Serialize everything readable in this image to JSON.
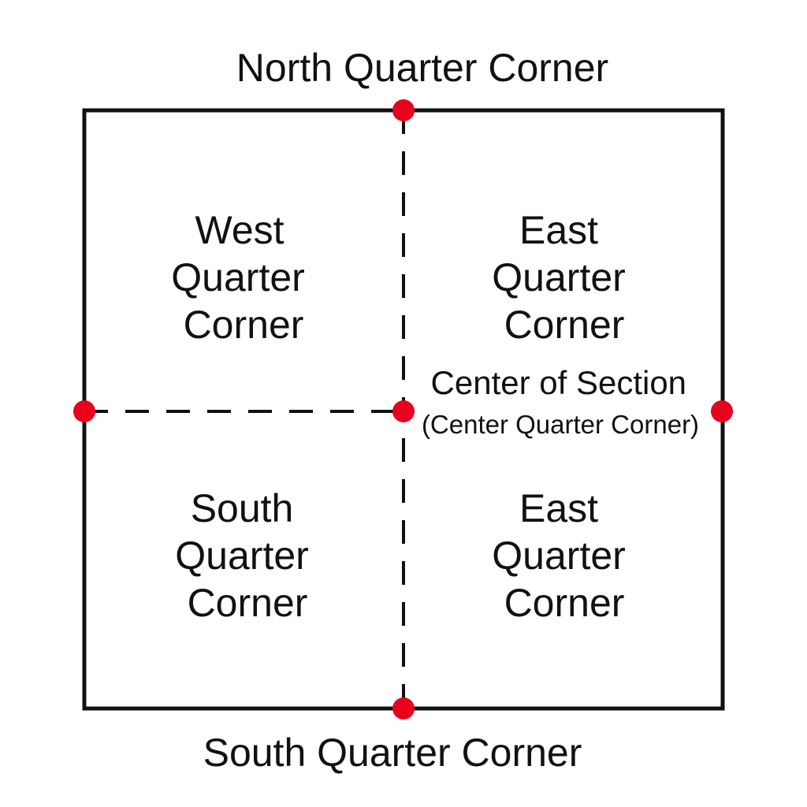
{
  "labels": {
    "north": "North Quarter Corner",
    "south": "South Quarter Corner",
    "northwest": [
      "West",
      "Quarter",
      "Corner"
    ],
    "northeast": [
      "East",
      "Quarter",
      "Corner"
    ],
    "southwest": [
      "South",
      "Quarter",
      "Corner"
    ],
    "southeast": [
      "East",
      "Quarter",
      "Corner"
    ],
    "center": [
      "Center of Section",
      "(Center Quarter Corner)"
    ]
  },
  "colors": {
    "line": "#111111",
    "corner_marker": "#e8001c",
    "background": "#ffffff"
  }
}
